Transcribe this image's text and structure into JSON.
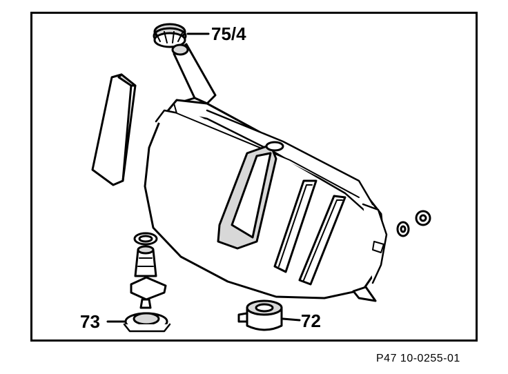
{
  "diagram": {
    "callouts": {
      "filler_cap": "75/4",
      "drain_filter": "73",
      "pump_cap": "72"
    },
    "figure_ref": "P47 10-0255-01"
  },
  "colors": {
    "ink": "#000000",
    "paper": "#ffffff",
    "shade": "#d8d8d8"
  }
}
